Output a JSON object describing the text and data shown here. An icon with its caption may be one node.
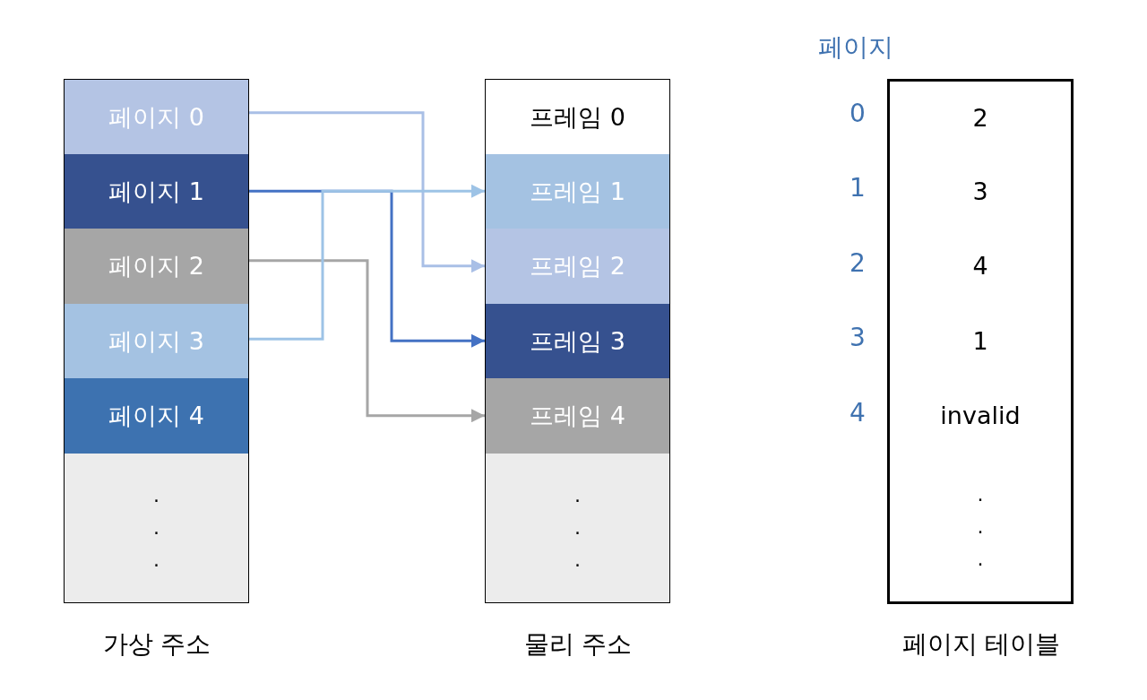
{
  "diagram": {
    "nodes": [
      {
        "text": [
          "페이지 0"
        ]
      },
      {
        "text": [
          "페이지 1"
        ]
      },
      {
        "text": [
          "페이지 2"
        ]
      },
      {
        "text": [
          "페이지 3"
        ]
      },
      {
        "text": [
          "페이지 4"
        ]
      },
      {
        "text": [
          ".",
          ".",
          "."
        ]
      },
      {
        "text": [
          "프레임 0"
        ]
      },
      {
        "text": [
          "프레임 1"
        ]
      },
      {
        "text": [
          "프레임 2"
        ]
      },
      {
        "text": [
          "프레임 3"
        ]
      },
      {
        "text": [
          "프레임 4"
        ]
      },
      {
        "text": [
          ".",
          ".",
          "."
        ]
      },
      {
        "text": [
          "2"
        ]
      },
      {
        "text": [
          "3"
        ]
      },
      {
        "text": [
          "4"
        ]
      },
      {
        "text": [
          "1"
        ]
      },
      {
        "text": [
          "invalid"
        ]
      },
      {
        "text": [
          ".",
          ".",
          "."
        ]
      }
    ],
    "edges": [
      {
        "from": 0,
        "to": 8,
        "arrow": "to",
        "color": "#a9bfe6"
      },
      {
        "from": 1,
        "to": 9,
        "arrow": "to",
        "color": "#4472c4"
      },
      {
        "from": 2,
        "to": 10,
        "arrow": "to",
        "color": "#a6a6a6"
      },
      {
        "from": 3,
        "to": 7,
        "arrow": "to",
        "color": "#9dc3e6"
      }
    ],
    "labels": [
      "페이지",
      "0",
      "1",
      "2",
      "3",
      "4",
      "가상 주소",
      "물리 주소",
      "페이지 테이블"
    ]
  }
}
